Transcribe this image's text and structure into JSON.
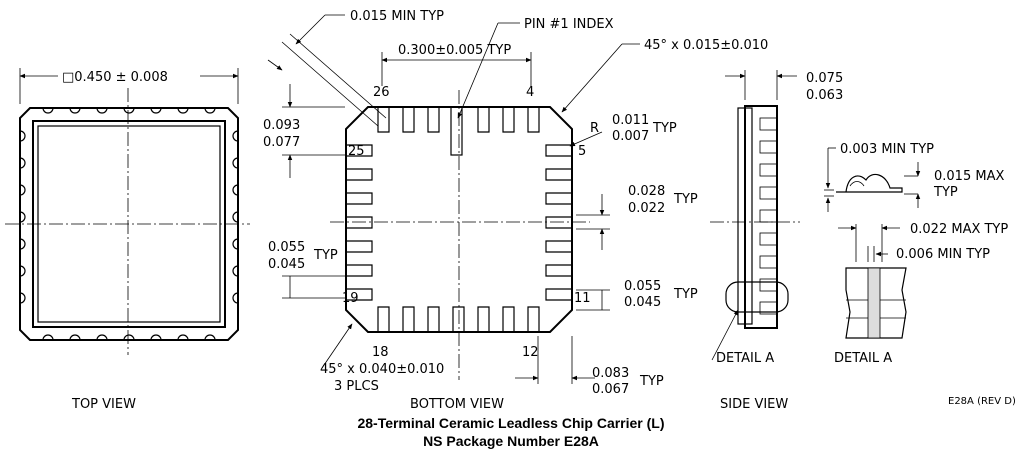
{
  "views": {
    "top": "TOP VIEW",
    "bottom": "BOTTOM VIEW",
    "side": "SIDE VIEW",
    "detail": "DETAIL A"
  },
  "dims": {
    "body": "□0.450 ± 0.008",
    "min_typ": "0.015 MIN TYP",
    "pin1": "PIN #1 INDEX",
    "pitch_row": "0.300±0.005 TYP",
    "chamfer": "45° x 0.015±0.010",
    "h1": "0.093",
    "h2": "0.077",
    "r1": "0.011",
    "r2": "0.007",
    "typ": "TYP",
    "r_prefix": "R",
    "w1": "0.028",
    "w2": "0.022",
    "p1": "0.055",
    "p2": "0.045",
    "pl1": "0.055",
    "pl2": "0.045",
    "corner": "45° x 0.040±0.010",
    "plcs": "3 PLCS",
    "bot1": "0.083",
    "bot2": "0.067",
    "side1": "0.075",
    "side2": "0.063",
    "d_min": "0.003 MIN TYP",
    "d_max": "0.015 MAX",
    "d_typ": "TYP",
    "d_022": "0.022 MAX TYP",
    "d_006": "0.006 MIN TYP",
    "detail_a_side": "DETAIL A"
  },
  "pins": {
    "p26": "26",
    "p4": "4",
    "p25": "25",
    "p5": "5",
    "p19": "19",
    "p11": "11",
    "p18": "18",
    "p12": "12"
  },
  "footer": {
    "title": "28-Terminal Ceramic Leadless Chip Carrier (L)",
    "subtitle": "NS Package Number E28A",
    "rev": "E28A (REV D)"
  }
}
